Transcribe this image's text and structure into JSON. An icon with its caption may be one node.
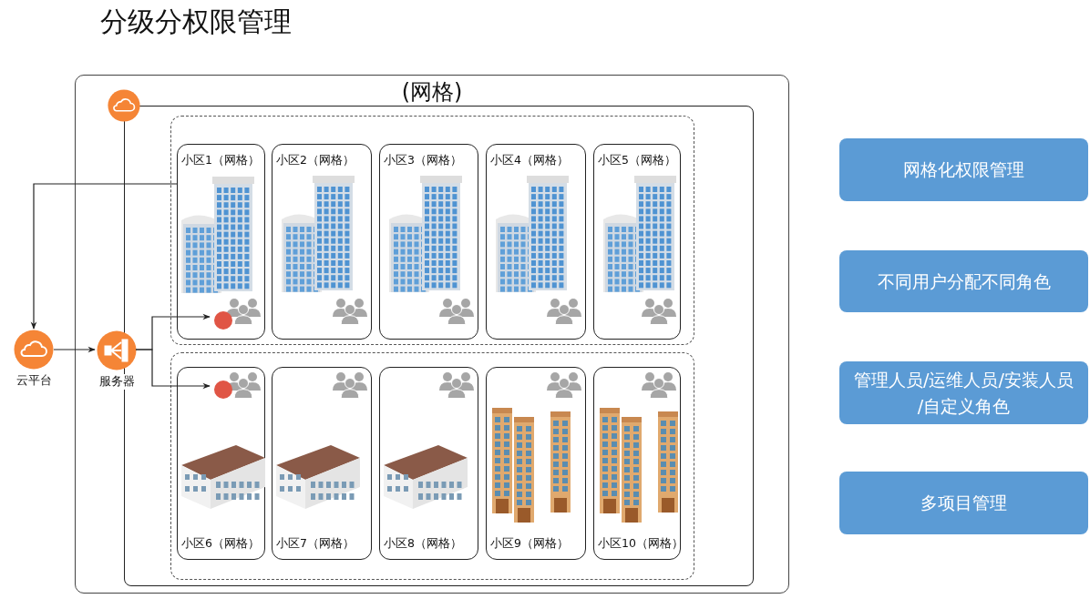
{
  "diagram": {
    "title": "分级分权限管理",
    "nodes": [
      {
        "text": [
          "(网格)"
        ]
      },
      {
        "text": [],
        "shape": "box",
        "in": 0
      },
      {
        "text": [],
        "shape": "circle",
        "in": 0
      },
      {
        "text": [],
        "shape": "box",
        "in": 1
      },
      {
        "text": [
          "小区1（网格）"
        ],
        "in": 3
      },
      {
        "text": [
          "小区2（网格）"
        ],
        "in": 3
      },
      {
        "text": [
          "小区3（网格）"
        ],
        "in": 3
      },
      {
        "text": [
          "小区4（网格）"
        ],
        "in": 3
      },
      {
        "text": [
          "小区5（网格）"
        ],
        "in": 3
      },
      {
        "text": [],
        "shape": "box",
        "in": 1
      },
      {
        "text": [
          "小区6（网格）"
        ],
        "in": 9
      },
      {
        "text": [
          "小区7（网格）"
        ],
        "in": 9
      },
      {
        "text": [
          "小区8（网格）"
        ],
        "in": 9
      },
      {
        "text": [
          "小区9（网格）"
        ],
        "in": 9
      },
      {
        "text": [
          "小区10（网格）"
        ],
        "in": 9
      },
      {
        "text": [],
        "shape": "picture",
        "in": 4
      },
      {
        "text": [],
        "shape": "circle",
        "in": 4
      },
      {
        "text": [],
        "shape": "circle",
        "in": 10
      },
      {
        "text": [
          "云平台"
        ]
      },
      {
        "text": [
          "服务器"
        ],
        "in": 0
      },
      {
        "text": [
          "网格化权限管理"
        ]
      },
      {
        "text": [
          "不同用户分配不同角色"
        ]
      },
      {
        "text": [
          "管理人员/运维人员/安装人员 /自定义角色"
        ]
      },
      {
        "text": [
          "多项目管理"
        ]
      }
    ],
    "edges": [
      {
        "from": 15,
        "to": 18,
        "arrow": "to"
      },
      {
        "from": 18,
        "to": 19,
        "arrow": "to"
      },
      {
        "from": 19,
        "to": 16,
        "arrow": "to"
      },
      {
        "from": 19,
        "to": 17,
        "arrow": "to"
      }
    ]
  }
}
